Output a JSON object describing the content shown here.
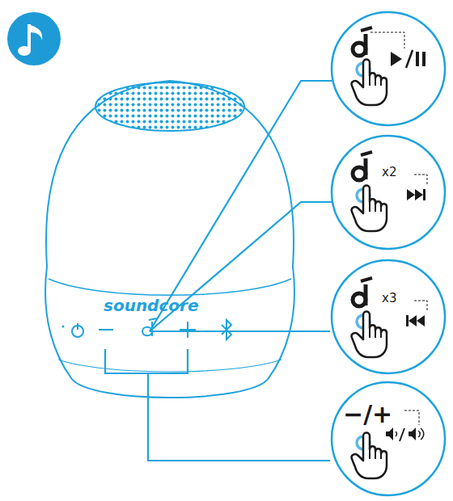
{
  "diagram": {
    "labels": [
      "soundcore",
      "x2",
      "x3",
      "−/+"
    ]
  }
}
